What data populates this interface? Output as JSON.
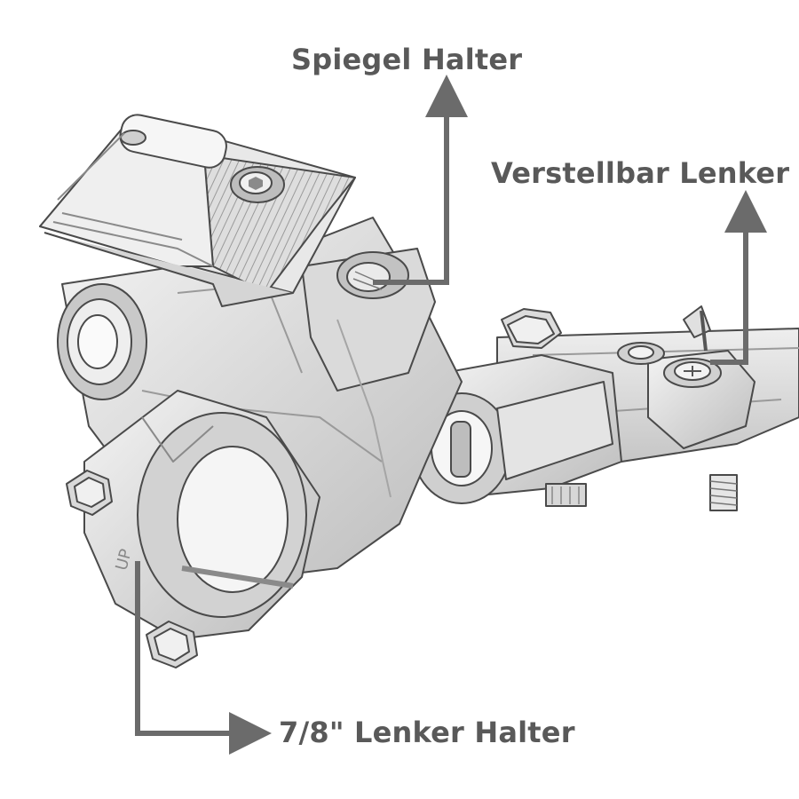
{
  "labels": {
    "mirror_holder": "Spiegel Halter",
    "adjustable_lever": "Verstellbar Lenker",
    "bar_clamp": "7/8\" Lenker Halter"
  },
  "part": {
    "stamp": "UP"
  },
  "colors": {
    "arrow": "#6b6b6b",
    "text": "#595959",
    "line": "#4a4a4a",
    "shade": "#bcbcbc",
    "light": "#e2e2e2"
  },
  "icons": [
    "arrow-up-icon",
    "arrow-right-icon"
  ]
}
